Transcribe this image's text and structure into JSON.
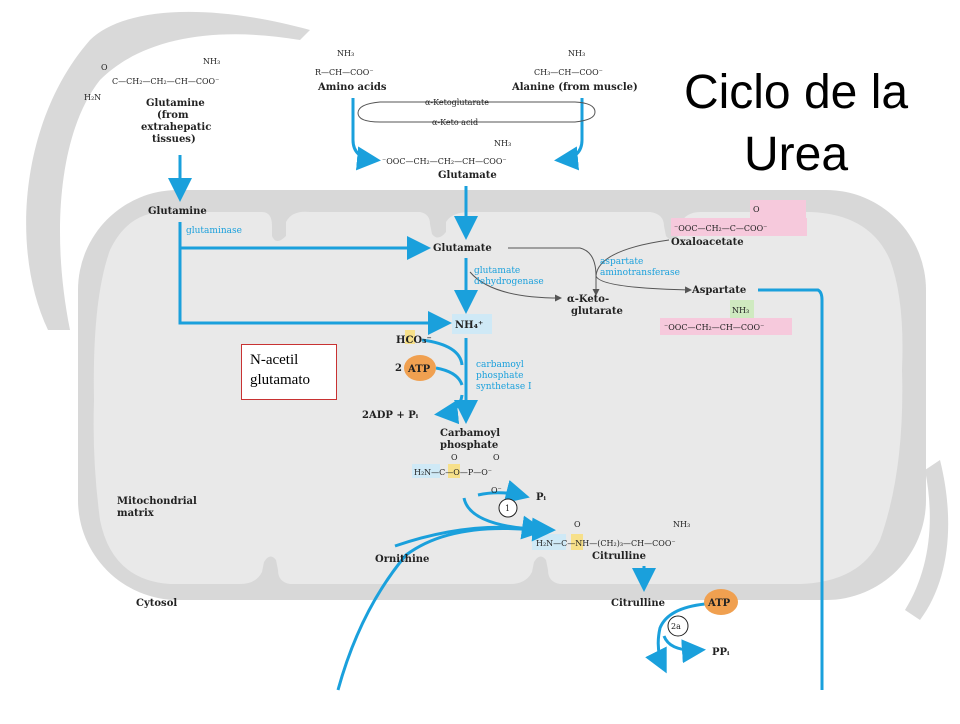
{
  "title": {
    "line1": "Ciclo de la",
    "line2": "Urea"
  },
  "note": {
    "line1": "N-acetil",
    "line2": "glutamato"
  },
  "regions": {
    "mitochondria": "Mitochondrial",
    "mitochondria2": "matrix",
    "cytosol": "Cytosol"
  },
  "molecules": {
    "glutamine_top": "Glutamine",
    "glutamine_src1": "(from",
    "glutamine_src2": "extrahepatic",
    "glutamine_src3": "tissues)",
    "amino_acids": "Amino acids",
    "alanine": "Alanine (from muscle)",
    "a_ketoglutarate": "α-Ketoglutarate",
    "a_keto_acid": "α-Keto acid",
    "glutamate_top": "Glutamate",
    "glutamine_mito": "Glutamine",
    "glutamate_mito": "Glutamate",
    "oxaloacetate": "Oxaloacetate",
    "aspartate": "Aspartate",
    "a_keto_glut1": "α-Keto-",
    "a_keto_glut2": "glutarate",
    "ammonium": "NH₄⁺",
    "bicarbonate": "HCO₃⁻",
    "atp1": "ATP",
    "atp_coef": "2",
    "adp_pi": "2ADP + Pᵢ",
    "carbamoyl1": "Carbamoyl",
    "carbamoyl2": "phosphate",
    "pi": "Pᵢ",
    "ornithine": "Ornithine",
    "citrulline_mito": "Citrulline",
    "citrulline_cyto": "Citrulline",
    "atp2": "ATP",
    "ppi": "PPᵢ",
    "step1": "1",
    "step2a": "2a"
  },
  "structures": {
    "glutamine": "C—CH₂—CH₂—CH—COO⁻",
    "glutamine_o": "O",
    "glutamine_nh2": "H₂N",
    "glutamine_nh3": "NH₃",
    "amino_acid": "R—CH—COO⁻",
    "amino_acid_nh3": "NH₃",
    "alanine": "CH₃—CH—COO⁻",
    "alanine_nh3": "NH₃",
    "glutamate": "⁻OOC—CH₂—CH₂—CH—COO⁻",
    "glutamate_nh3": "NH₃",
    "oxaloacetate": "⁻OOC—CH₂—C—COO⁻",
    "oxaloacetate_o": "O",
    "aspartate": "⁻OOC—CH₂—CH—COO⁻",
    "aspartate_nh3": "NH₃",
    "carbamoyl_p": "H₂N—C—O—P—O⁻",
    "carbamoyl_o1": "O",
    "carbamoyl_o2": "O",
    "carbamoyl_o3": "O⁻",
    "citrulline": "H₂N—C—NH—(CH₂)₃—CH—COO⁻",
    "citrulline_o": "O",
    "citrulline_nh3": "NH₃"
  },
  "enzymes": {
    "glutaminase": "glutaminase",
    "glu_dh1": "glutamate",
    "glu_dh2": "dehydrogenase",
    "asp_at1": "aspartate",
    "asp_at2": "aminotransferase",
    "cps1": "carbamoyl",
    "cps2": "phosphate",
    "cps3": "synthetase I"
  },
  "colors": {
    "arrow": "#1aa0dc",
    "membrane": "#d8d8d8",
    "matrix": "#e9e9e9",
    "atp": "#f0a050",
    "highlight_pink": "#f6c9dc",
    "highlight_blue": "#cfe9f6",
    "highlight_green": "#cfeac0",
    "highlight_yellow": "#f7e08a"
  }
}
